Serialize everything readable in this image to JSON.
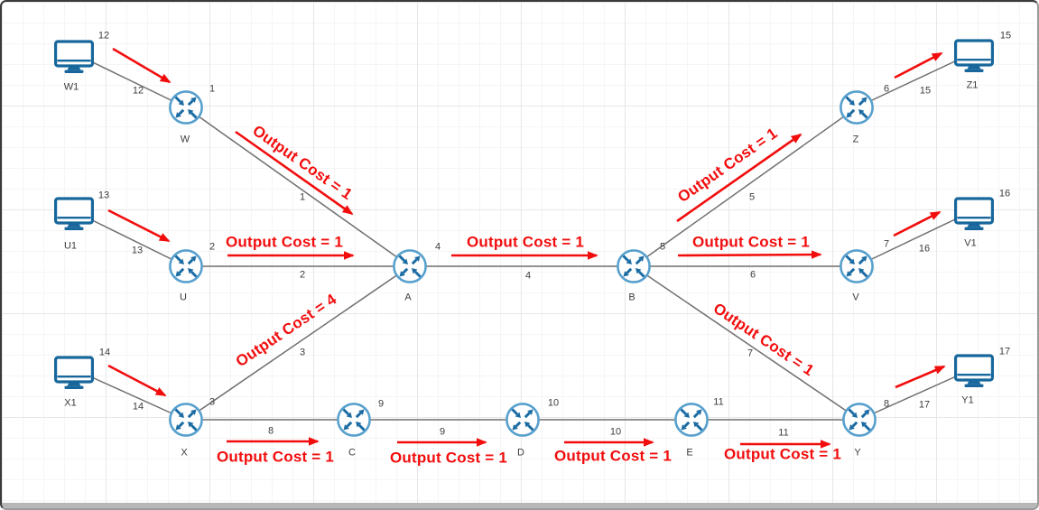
{
  "routers": [
    {
      "name": "W",
      "number": "1"
    },
    {
      "name": "U",
      "number": "2"
    },
    {
      "name": "X",
      "number": "3"
    },
    {
      "name": "A",
      "number": "4"
    },
    {
      "name": "B",
      "number": "5"
    },
    {
      "name": "Z",
      "number": "6"
    },
    {
      "name": "V",
      "number": "7"
    },
    {
      "name": "Y",
      "number": "8"
    },
    {
      "name": "C",
      "number": "9"
    },
    {
      "name": "D",
      "number": "10"
    },
    {
      "name": "E",
      "number": "11"
    }
  ],
  "computers": [
    {
      "name": "W1",
      "number": "12"
    },
    {
      "name": "U1",
      "number": "13"
    },
    {
      "name": "X1",
      "number": "14"
    },
    {
      "name": "Z1",
      "number": "15"
    },
    {
      "name": "V1",
      "number": "16"
    },
    {
      "name": "Y1",
      "number": "17"
    }
  ],
  "links": [
    {
      "from": "W1",
      "to": "W",
      "number": "12"
    },
    {
      "from": "U1",
      "to": "U",
      "number": "13"
    },
    {
      "from": "X1",
      "to": "X",
      "number": "14"
    },
    {
      "from": "W",
      "to": "A",
      "number": "1",
      "cost": "Output Cost = 1"
    },
    {
      "from": "U",
      "to": "A",
      "number": "2",
      "cost": "Output Cost = 1"
    },
    {
      "from": "X",
      "to": "A",
      "number": "3",
      "cost": "Output Cost = 4"
    },
    {
      "from": "A",
      "to": "B",
      "number": "4",
      "cost": "Output Cost = 1"
    },
    {
      "from": "B",
      "to": "Z",
      "number": "5",
      "cost": "Output Cost = 1"
    },
    {
      "from": "B",
      "to": "V",
      "number": "6",
      "cost": "Output Cost = 1"
    },
    {
      "from": "B",
      "to": "Y",
      "number": "7",
      "cost": "Output Cost = 1"
    },
    {
      "from": "X",
      "to": "C",
      "number": "8",
      "cost": "Output Cost = 1"
    },
    {
      "from": "C",
      "to": "D",
      "number": "9",
      "cost": "Output Cost = 1"
    },
    {
      "from": "D",
      "to": "E",
      "number": "10",
      "cost": "Output Cost = 1"
    },
    {
      "from": "E",
      "to": "Y",
      "number": "11",
      "cost": "Output Cost = 1"
    },
    {
      "from": "Z",
      "to": "Z1",
      "number": "15"
    },
    {
      "from": "V",
      "to": "V1",
      "number": "16"
    },
    {
      "from": "Y",
      "to": "Y1",
      "number": "17"
    }
  ],
  "colors": {
    "annotation_red": "#f20d0d",
    "router_stroke": "#57a0cd",
    "router_arrow": "#1b6ba3",
    "computer_blue": "#17679c",
    "link_gray": "#6f6f6f"
  }
}
